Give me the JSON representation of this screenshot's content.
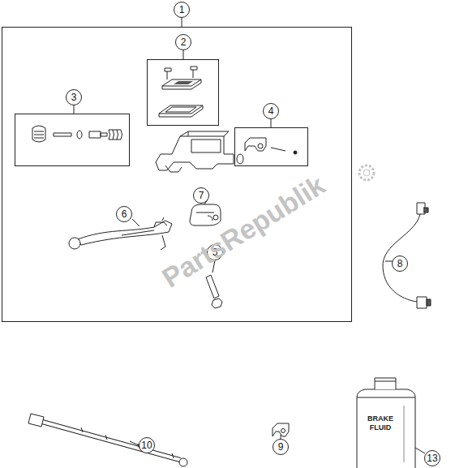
{
  "diagram": {
    "nodes": [
      {
        "text": [
          "1"
        ]
      },
      {
        "text": [
          "2"
        ],
        "in": 0
      },
      {
        "text": [
          "3"
        ],
        "in": 0
      },
      {
        "text": [
          "4"
        ],
        "in": 0
      }
    ],
    "labels": [
      "5",
      "6",
      "7",
      "8",
      "9",
      "10",
      "13",
      "PartsRepublik",
      "BRAKE FLUID"
    ]
  }
}
